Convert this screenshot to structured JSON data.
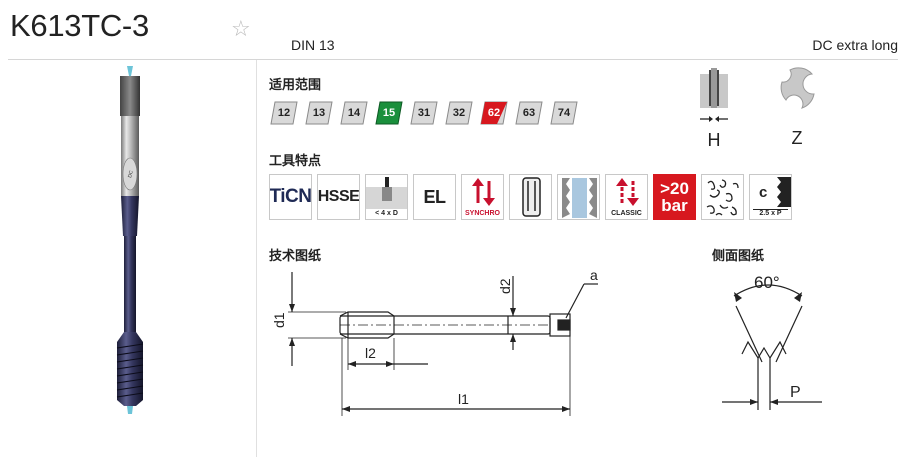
{
  "header": {
    "title": "K613TC-3",
    "standard": "DIN 13",
    "type": "DC extra long"
  },
  "sections": {
    "range": "适用范围",
    "features": "工具特点",
    "drawing": "技术图纸",
    "side": "侧面图纸"
  },
  "materials": [
    {
      "label": "12",
      "state": "inactive"
    },
    {
      "label": "13",
      "state": "inactive"
    },
    {
      "label": "14",
      "state": "inactive"
    },
    {
      "label": "15",
      "state": "green"
    },
    {
      "label": "31",
      "state": "inactive"
    },
    {
      "label": "32",
      "state": "inactive"
    },
    {
      "label": "62",
      "state": "red"
    },
    {
      "label": "63",
      "state": "inactive"
    },
    {
      "label": "74",
      "state": "inactive"
    }
  ],
  "colors": {
    "green": "#1a8f3c",
    "red": "#d7181f",
    "tile_gray": "#d9d9d9"
  },
  "features": {
    "ticn": "TiCN",
    "hsse": "HSSE",
    "depth": "< 4 x D",
    "el": "EL",
    "synchro": "SYNCHRO",
    "classic": "CLASSIC",
    "bar_top": ">20",
    "bar_bottom": "bar",
    "pitch_c": "c",
    "pitch": "2.5 x P"
  },
  "cooling": {
    "h": "H",
    "z": "Z"
  },
  "drawing": {
    "a": "a",
    "d1": "d1",
    "d2": "d2",
    "l1": "l1",
    "l2": "l2"
  },
  "side": {
    "angle": "60°",
    "p": "P"
  }
}
